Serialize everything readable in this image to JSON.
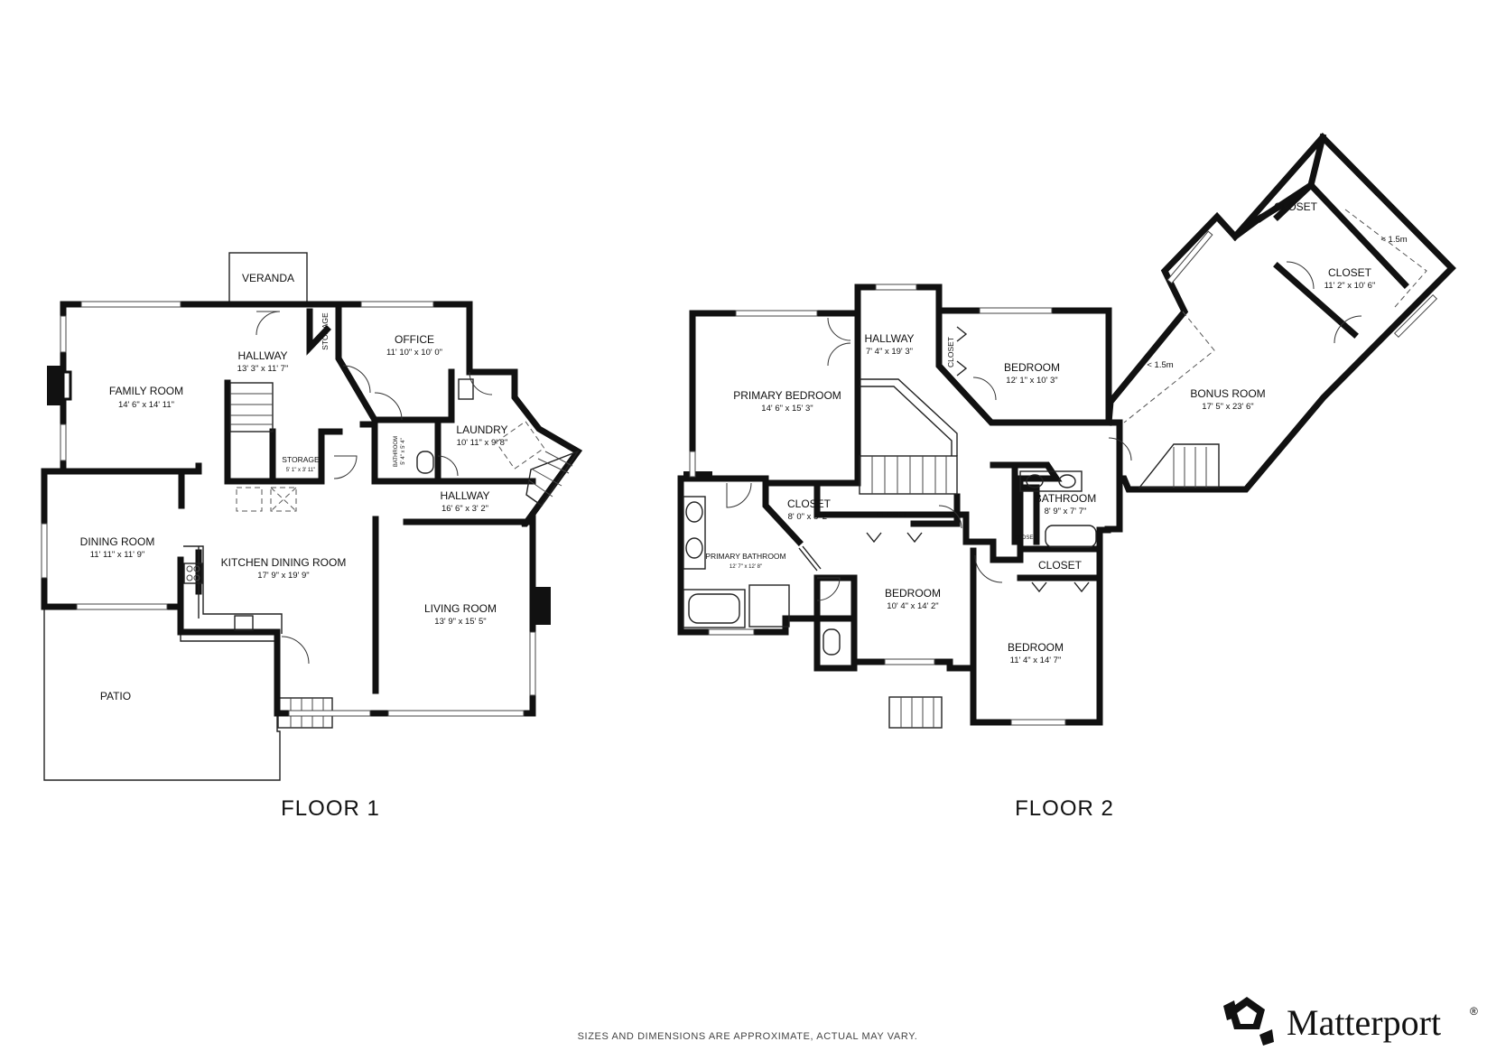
{
  "floors": [
    {
      "title": "FLOOR 1"
    },
    {
      "title": "FLOOR 2"
    }
  ],
  "rooms": {
    "veranda": {
      "name": "VERANDA"
    },
    "family_room": {
      "name": "FAMILY ROOM",
      "dim": "14' 6\" x 14' 11\""
    },
    "hallway_1": {
      "name": "HALLWAY",
      "dim": "13' 3\" x 11' 7\""
    },
    "storage_v": {
      "name": "STORAGE"
    },
    "office": {
      "name": "OFFICE",
      "dim": "11' 10\" x 10' 0\""
    },
    "storage_small": {
      "name": "STORAGE",
      "dim": "5' 1\" x 3' 11\""
    },
    "bathroom_small": {
      "name": "BATHROOM",
      "dim": "5' 4\" x 5' 4\""
    },
    "laundry": {
      "name": "LAUNDRY",
      "dim": "10' 11\" x 9' 8\""
    },
    "hallway_2": {
      "name": "HALLWAY",
      "dim": "16' 6\" x 3' 2\""
    },
    "dining_room": {
      "name": "DINING ROOM",
      "dim": "11' 11\" x 11' 9\""
    },
    "kitchen": {
      "name": "KITCHEN DINING ROOM",
      "dim": "17' 9\" x 19' 9\""
    },
    "living_room": {
      "name": "LIVING ROOM",
      "dim": "13' 9\" x 15' 5\""
    },
    "patio": {
      "name": "PATIO"
    },
    "primary_bedroom": {
      "name": "PRIMARY BEDROOM",
      "dim": "14' 6\" x 15' 3\""
    },
    "hallway_3": {
      "name": "HALLWAY",
      "dim": "7' 4\" x 19' 3\""
    },
    "closet_v": {
      "name": "CLOSET"
    },
    "bedroom_1": {
      "name": "BEDROOM",
      "dim": "12' 1\" x 10' 3\""
    },
    "closet_top": {
      "name": "CLOSET"
    },
    "closet_big": {
      "name": "CLOSET",
      "dim": "11' 2\" x 10' 6\""
    },
    "bonus_room": {
      "name": "BONUS ROOM",
      "dim": "17' 5\" x 23' 6\""
    },
    "closet_pb": {
      "name": "CLOSET",
      "dim": "8' 0\" x 8' 2\""
    },
    "primary_bathroom": {
      "name": "PRIMARY BATHROOM",
      "dim": "12' 7\" x 12' 8\""
    },
    "closet_h": {
      "name": "CLOSET"
    },
    "bedroom_2": {
      "name": "BEDROOM",
      "dim": "10' 4\" x 14' 2\""
    },
    "bathroom_2": {
      "name": "BATHROOM",
      "dim": "8' 9\" x 7' 7\""
    },
    "closet_tiny": {
      "name": "CLOSET"
    },
    "closet_b3": {
      "name": "CLOSET"
    },
    "bedroom_3": {
      "name": "BEDROOM",
      "dim": "11' 4\" x 14' 7\""
    }
  },
  "notes": {
    "low_ceiling_1": "< 1.5m",
    "low_ceiling_2": "< 1.5m"
  },
  "footer": {
    "disclaimer": "SIZES AND DIMENSIONS ARE APPROXIMATE, ACTUAL MAY VARY.",
    "brand": "Matterport",
    "brand_mark": "®",
    "logo_icon": "matterport-logo-icon"
  }
}
